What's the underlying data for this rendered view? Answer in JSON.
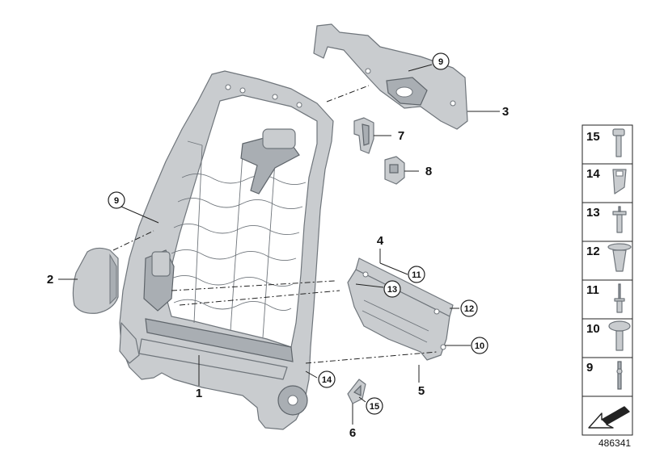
{
  "callouts": {
    "c1": "1",
    "c2": "2",
    "c3": "3",
    "c4": "4",
    "c5": "5",
    "c6": "6",
    "c7": "7",
    "c8": "8",
    "c9a": "9",
    "c9b": "9",
    "c10": "10",
    "c11": "11",
    "c12": "12",
    "c13": "13",
    "c14": "14",
    "c15": "15"
  },
  "legend": {
    "items": [
      "15",
      "14",
      "13",
      "12",
      "11",
      "10",
      "9"
    ],
    "icons": [
      "torx-bolt-icon",
      "threaded-insert-icon",
      "blind-rivet-icon",
      "expanding-rivet-icon",
      "pop-rivet-icon",
      "flange-screw-icon",
      "pin-clip-icon"
    ]
  },
  "reference_number": "486341"
}
